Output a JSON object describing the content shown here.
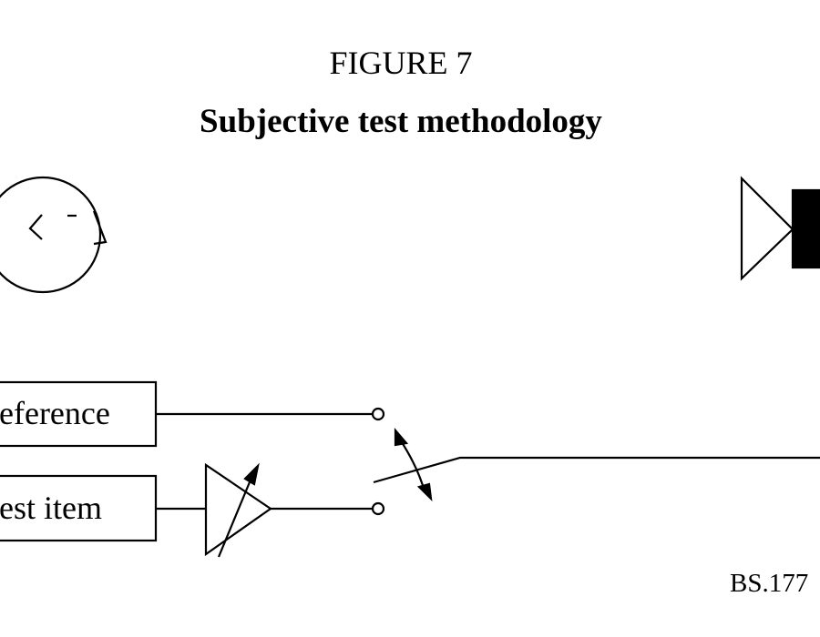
{
  "figure": {
    "number": "FIGURE 7",
    "title": "Subjective test methodology",
    "reference_code": "BS.177"
  },
  "blocks": {
    "reference_label": "eference",
    "test_item_label": "est item"
  },
  "icons": {
    "listener": "listener-head-icon",
    "loudspeaker": "loudspeaker-icon",
    "gain_control": "variable-amplifier-icon",
    "switch": "selector-switch-icon"
  },
  "colors": {
    "line": "#000000",
    "background": "#ffffff"
  }
}
